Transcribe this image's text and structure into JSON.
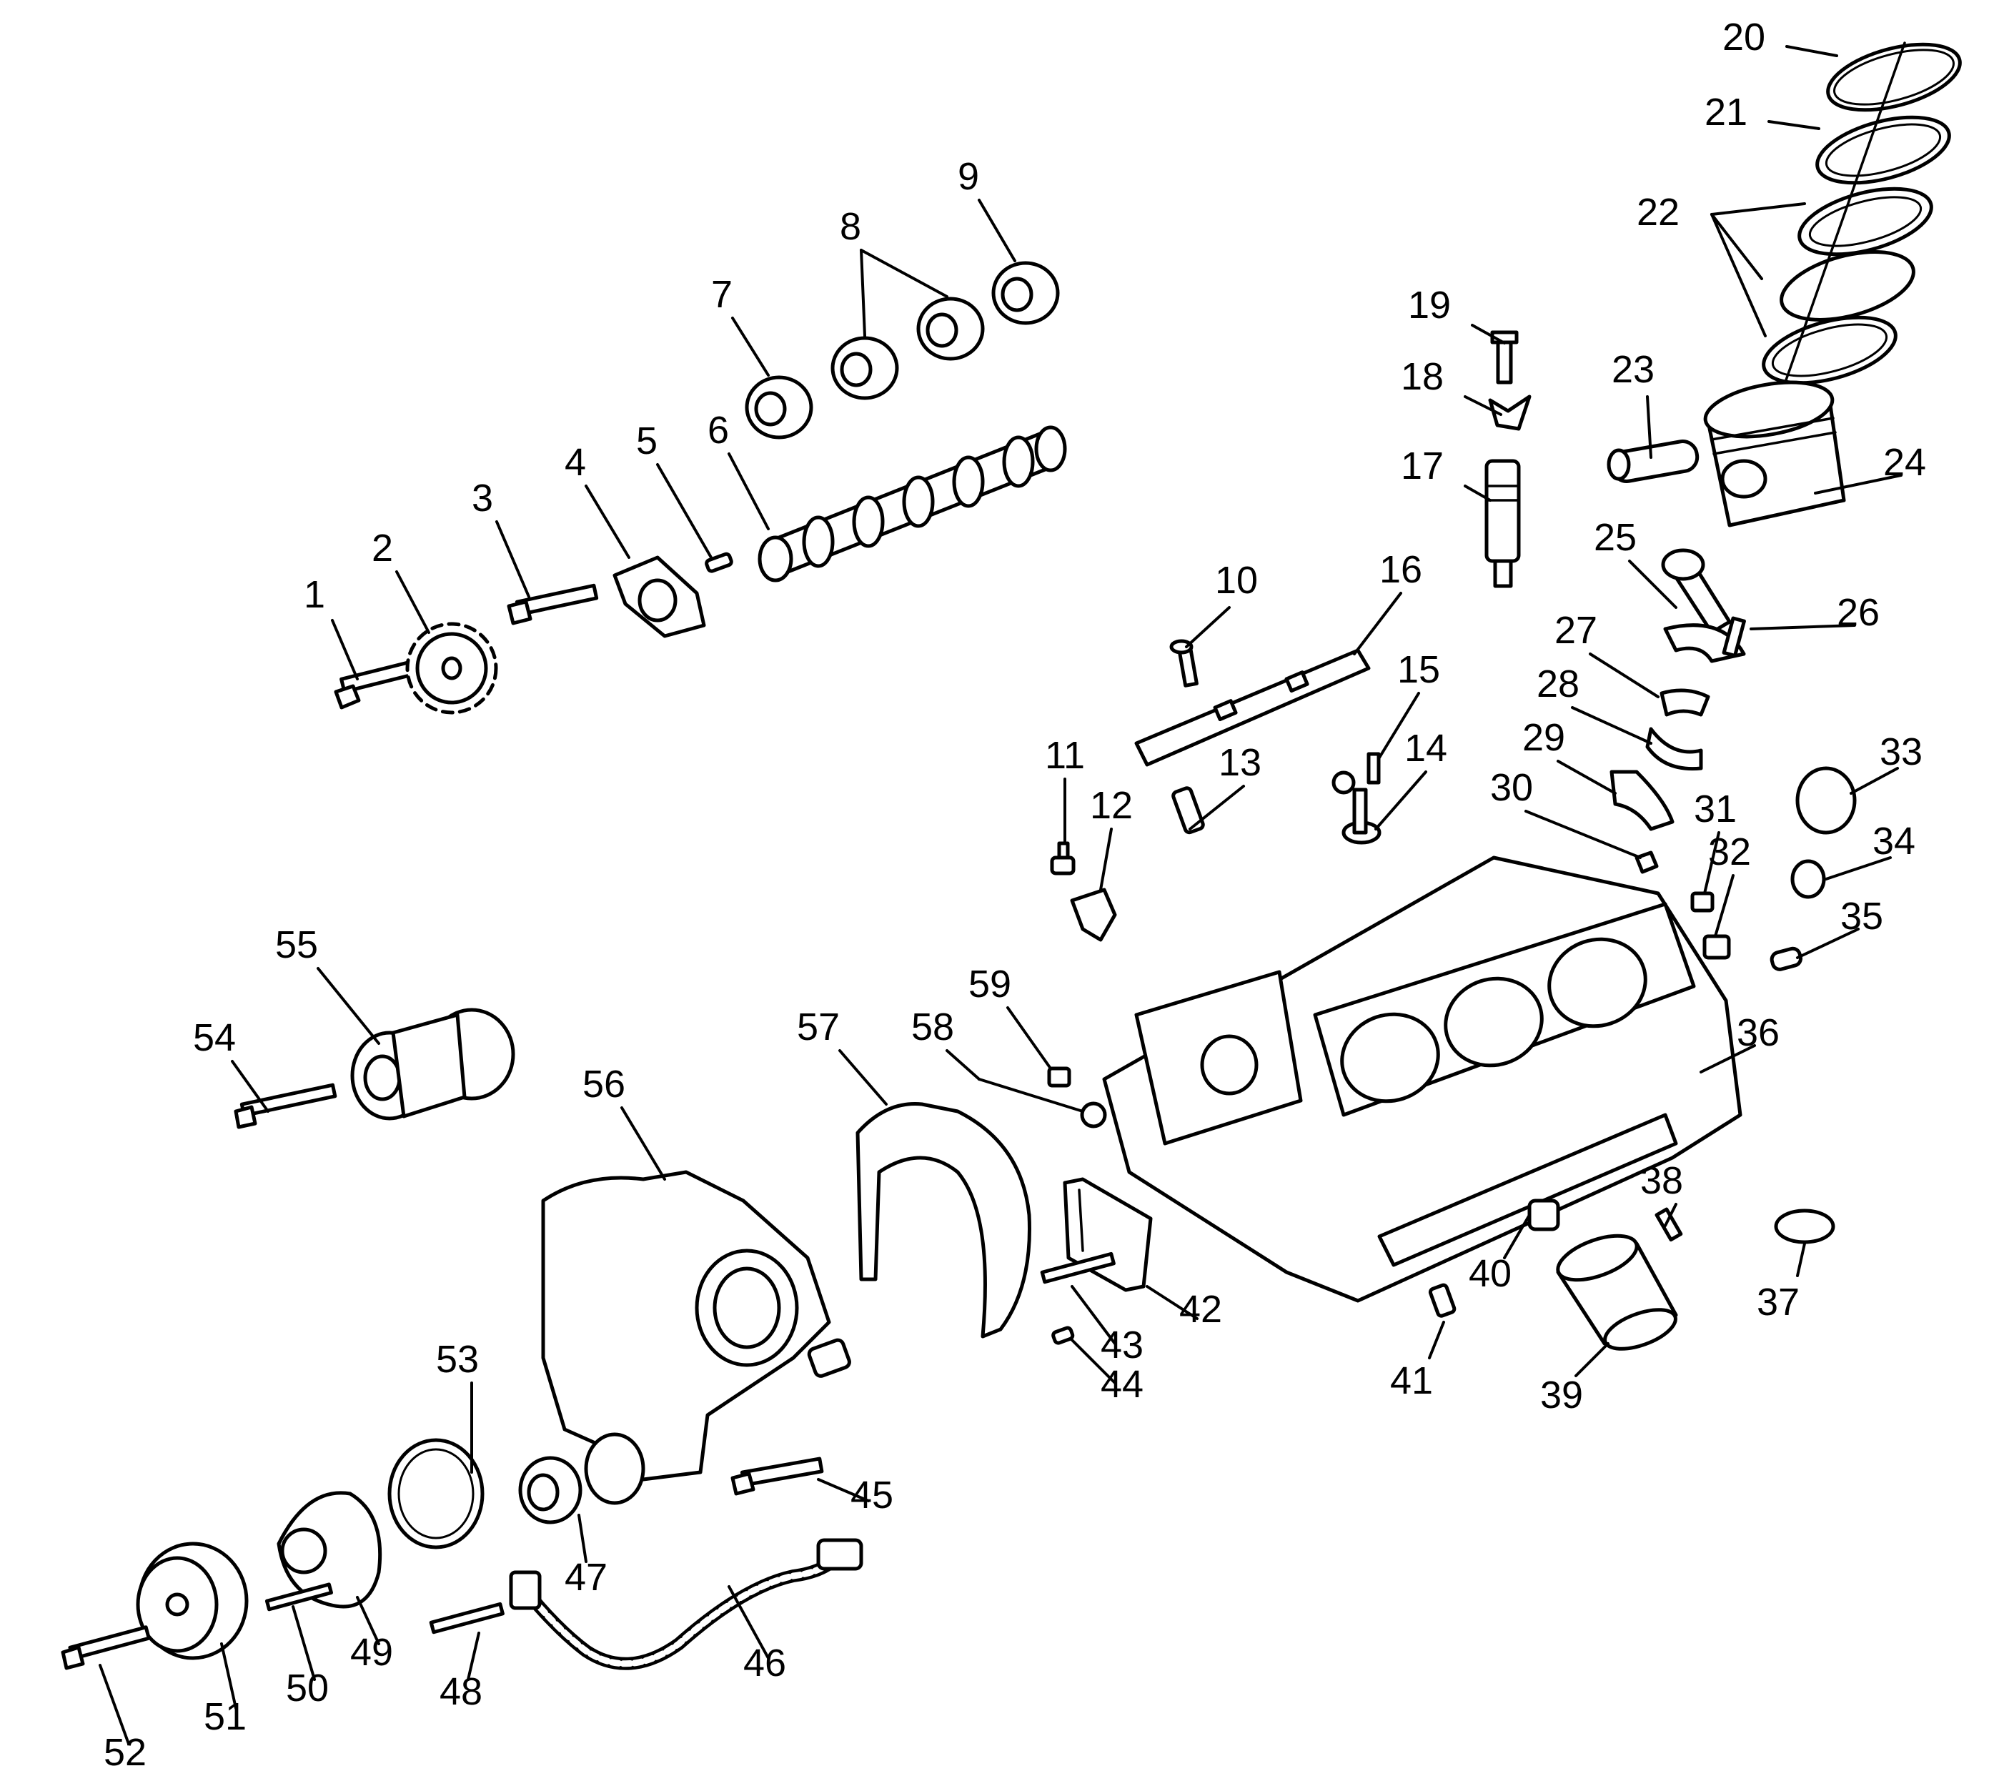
{
  "callouts": [
    "1",
    "2",
    "3",
    "4",
    "5",
    "6",
    "7",
    "8",
    "9",
    "10",
    "11",
    "12",
    "13",
    "14",
    "15",
    "16",
    "17",
    "18",
    "19",
    "20",
    "21",
    "22",
    "23",
    "24",
    "25",
    "26",
    "27",
    "28",
    "29",
    "30",
    "31",
    "32",
    "33",
    "34",
    "35",
    "36",
    "37",
    "38",
    "39",
    "40",
    "41",
    "42",
    "43",
    "44",
    "45",
    "46",
    "47",
    "48",
    "49",
    "50",
    "51",
    "52",
    "53",
    "54",
    "55",
    "56",
    "57",
    "58",
    "59"
  ]
}
